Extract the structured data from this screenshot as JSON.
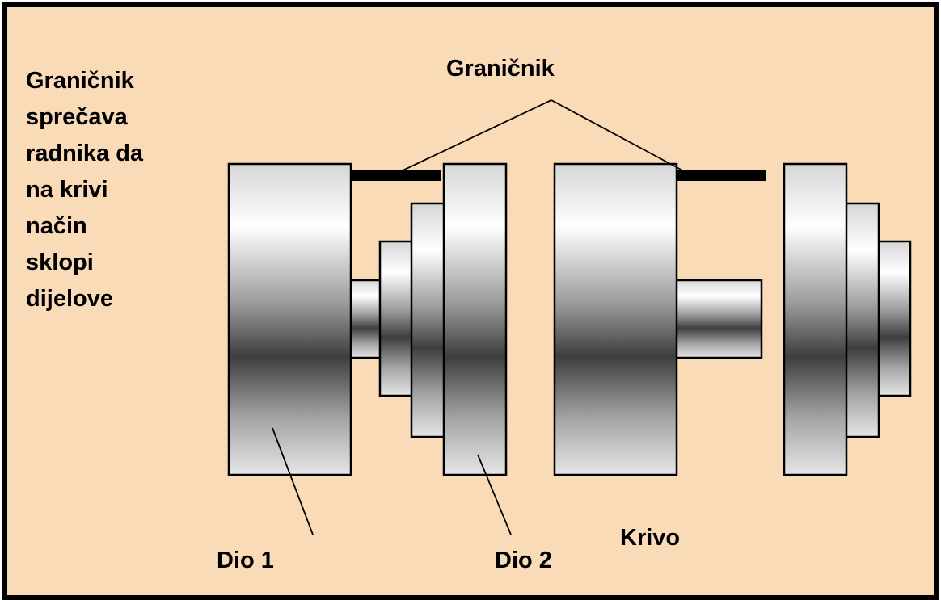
{
  "note_lines": [
    "Graničnik",
    "sprečava",
    "radnika da",
    "na krivi",
    "način",
    "sklopi",
    "dijelove"
  ],
  "labels": {
    "stopper": "Graničnik",
    "part1": "Dio 1",
    "part2": "Dio 2",
    "wrong": "Krivo"
  },
  "colors": {
    "background": "#f9dbb7",
    "border": "#000000",
    "metal_light": "#d4d4d4",
    "metal_dark": "#444444"
  }
}
